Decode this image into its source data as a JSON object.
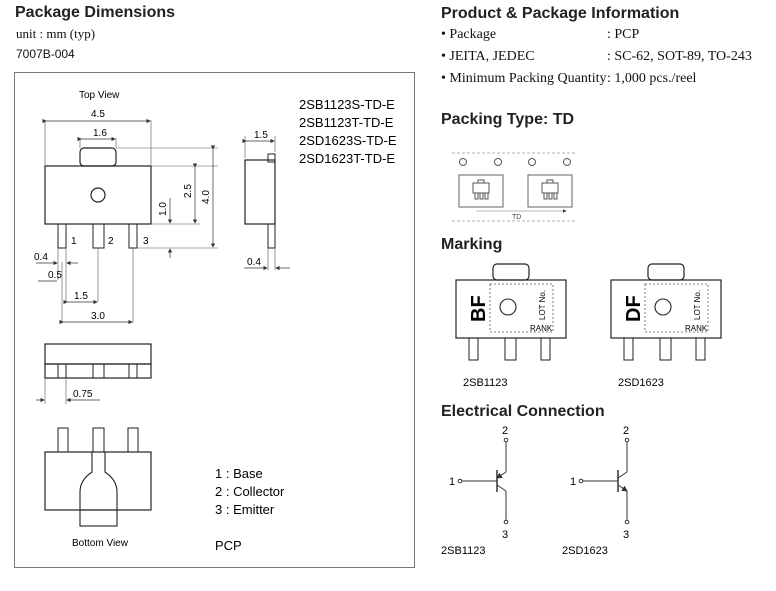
{
  "left": {
    "title": "Package Dimensions",
    "unit": "unit : mm (typ)",
    "code": "7007B-004",
    "top_view": "Top View",
    "bottom_view": "Bottom View",
    "dims": {
      "d45": "4.5",
      "d16": "1.6",
      "d25": "2.5",
      "d10": "1.0",
      "d40": "4.0",
      "d04a": "0.4",
      "d05": "0.5",
      "d15a": "1.5",
      "d30": "3.0",
      "d15b": "1.5",
      "d04b": "0.4",
      "d075": "0.75"
    },
    "pins": [
      "1",
      "2",
      "3"
    ],
    "part_numbers": [
      "2SB1123S-TD-E",
      "2SB1123T-TD-E",
      "2SD1623S-TD-E",
      "2SD1623T-TD-E"
    ],
    "pin_legend": [
      "1 : Base",
      "2 : Collector",
      "3 : Emitter"
    ],
    "package_name": "PCP"
  },
  "right": {
    "info_title": "Product & Package Information",
    "info_rows": [
      {
        "label": "• Package",
        "value": ": PCP"
      },
      {
        "label": "• JEITA, JEDEC",
        "value": ": SC-62, SOT-89, TO-243"
      },
      {
        "label": "• Minimum Packing Quantity",
        "value": ": 1,000 pcs./reel"
      }
    ],
    "packing_title": "Packing Type: TD",
    "tape_label": "TD",
    "marking_title": "Marking",
    "markings": [
      {
        "code": "BF",
        "lot": "LOT No.",
        "rank": "RANK",
        "part": "2SB1123"
      },
      {
        "code": "DF",
        "lot": "LOT No.",
        "rank": "RANK",
        "part": "2SD1623"
      }
    ],
    "electrical_title": "Electrical Connection",
    "connections": [
      {
        "pin1": "1",
        "pin2": "2",
        "pin3": "3",
        "part": "2SB1123"
      },
      {
        "pin1": "1",
        "pin2": "2",
        "pin3": "3",
        "part": "2SD1623"
      }
    ]
  }
}
